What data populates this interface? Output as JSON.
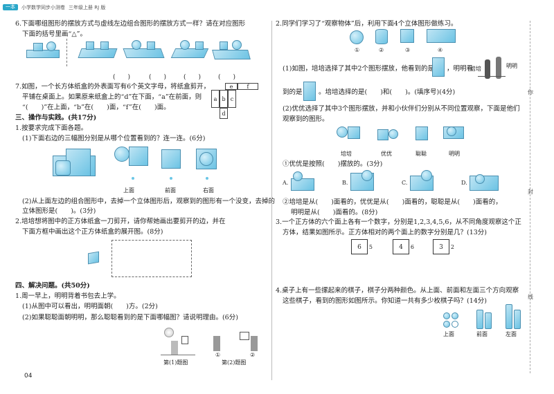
{
  "header": {
    "badge": "一本",
    "series": "小学数学同步小测卷",
    "edition": "三年级上册 RJ 版"
  },
  "left": {
    "q6": {
      "text1": "6.下面哪组图形的摆放方式与虚线左边组合图形的摆放方式一样？请在对应图形",
      "text2": "下面的括号里画“△”。",
      "parens": [
        "(　　)",
        "(　　)",
        "(　　)",
        "(　　)"
      ]
    },
    "q7": {
      "text1": "7.如图，一个长方体纸盒的外表面写有6个英文字母，将纸盒剪开，",
      "text2": "平铺在桌面上。如果原来纸盒上的“d”在下面，“a”在前面，则",
      "text3": "“(　　)”在上面，“b”在(　　)面，“f”在(　　)面。",
      "letters": [
        "e",
        "f",
        "a",
        "b",
        "c",
        "d"
      ]
    },
    "sec3": {
      "title": "三、操作与实践。(共17分)",
      "q1": "1.按要求完成下面各题。",
      "q1a": "(1)下面右边的三幅图分别是从哪个位置看到的？连一连。(6分)",
      "views": [
        "上面",
        "前面",
        "右面"
      ],
      "q1b1": "(2)从上面左边的组合图形中，去掉一个立体图形后，观察到的图形有一个没变，去掉的",
      "q1b2": "立体图形是(　　)。(3分)",
      "q2a": "2.培培想将图中的正方体纸盒一刀剪开，请你帮她画出要剪开的边，并在",
      "q2b": "下面方框中画出这个正方体纸盒的展开图。(8分)"
    },
    "sec4": {
      "title": "四、解决问题。(共50分)",
      "q1": "1.周一早上，明明背着书包去上学。",
      "q1a": "(1)从图中可以看出，明明面朝(　　)方。(2分)",
      "q1b": "(2)如果聪聪面朝明明，那么聪聪看到的是下面哪幅图？请说明理由。(6分)",
      "fig1": "第(1)题图",
      "fig2": "第(2)题图",
      "opt1": "①",
      "opt2": "②"
    },
    "page_number": "04"
  },
  "right": {
    "q2": {
      "text": "2.同学们学习了“观察物体”后，利用下面4个立体图形做练习。",
      "nums": [
        "①",
        "②",
        "③",
        "④"
      ],
      "p1a": "(1)如图，培培选择了其中2个图形摆放，他看到的是",
      "p1b": "，明明看",
      "p1c": "到的是",
      "p1d": "。培培选择的是(　　)和(　　)。(填序号)(4分)",
      "names_top": [
        "培培",
        "明明"
      ],
      "p2a": "(2)优优选择了其中3个图形摆放，并和小伙伴们分别从不同位置观察，下面是他们",
      "p2b": "观察到的图形。",
      "names": [
        "培培",
        "优优",
        "聪聪",
        "明明"
      ],
      "p3": "①优优是按照(　　)摆放的。(3分)",
      "opts": [
        "A.",
        "B.",
        "C.",
        "D."
      ],
      "p4a": "②培培是从(　　)面看的，优优是从(　　)面看的，聪聪是从(　　)面看的，",
      "p4b": "明明是从(　　)面看的。(8分)"
    },
    "q3": {
      "text1": "3.一个正方体的六个面上各有一个数字，分别是1,2,3,4,5,6，从不同角度观察这个正",
      "text2": "方体，结果如图所示。正方体相对的两个面上的数字分别是几？(13分)",
      "cubes": [
        [
          "6",
          "5"
        ],
        [
          "4",
          "6"
        ],
        [
          "3",
          "2"
        ]
      ]
    },
    "q4": {
      "text1": "4.桌子上有一些摞起来的棋子，棋子分两种颜色。从上面、前面和左面三个方向观察",
      "text2": "这些棋子，看到的图形如图所示。你知道一共有多少枚棋子吗？(14分)",
      "views": [
        "上面",
        "前面",
        "左面"
      ]
    }
  },
  "sidebar": {
    "chars": [
      "你",
      "封",
      "线"
    ]
  },
  "colors": {
    "accent": "#2aa7c9",
    "shape": "#6cc3e4"
  }
}
